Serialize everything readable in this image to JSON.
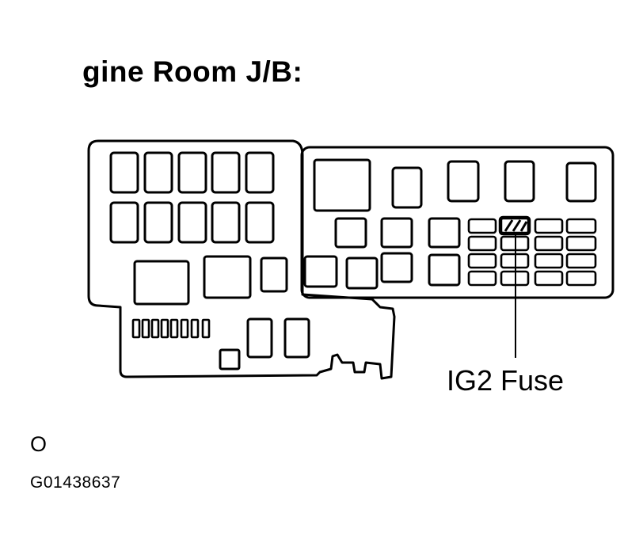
{
  "header": {
    "title": "gine Room J/B:"
  },
  "diagram": {
    "callout_label": "IG2 Fuse",
    "highlight_color": "#000000"
  },
  "footer": {
    "corner_mark": "O",
    "figure_id": "G01438637"
  }
}
